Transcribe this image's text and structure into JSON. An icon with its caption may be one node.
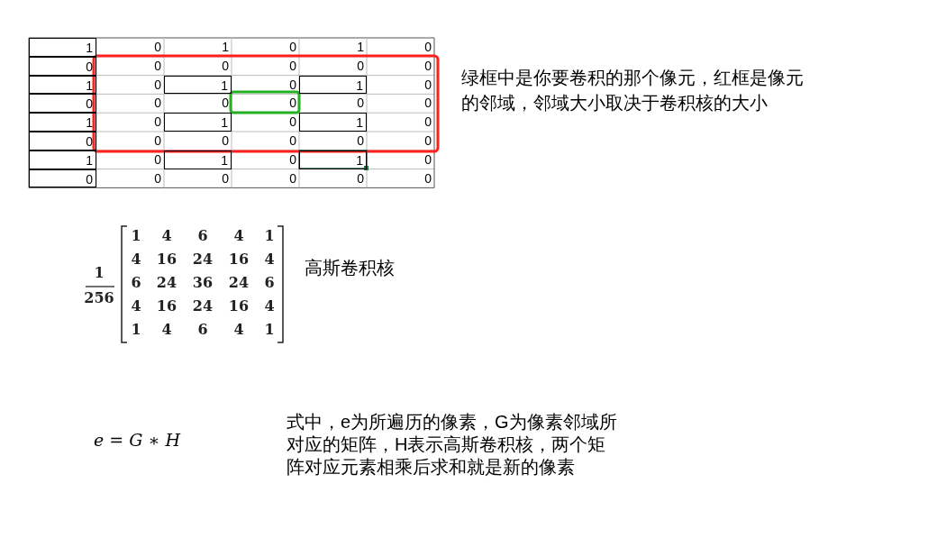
{
  "diagram": {
    "labels": [
      "1",
      "0",
      "1",
      "0",
      "1",
      "0",
      "0",
      "0",
      "0",
      "0",
      "0",
      "0",
      "1",
      "0",
      "1",
      "0",
      "1",
      "0",
      "0",
      "0",
      "0",
      "0",
      "0",
      "0",
      "1",
      "0",
      "1",
      "0",
      "1",
      "0",
      "0",
      "0",
      "0",
      "0",
      "0",
      "0",
      "1",
      "0",
      "1",
      "0",
      "1",
      "0",
      "0",
      "0",
      "0",
      "0",
      "0",
      "0",
      "绿框中是你要卷积的那个像元，红框是像元的邻域，邻域大小取决于卷积核的大小",
      "1",
      "256",
      "1",
      "4",
      "6",
      "4",
      "1",
      "4",
      "16",
      "24",
      "16",
      "4",
      "6",
      "24",
      "36",
      "24",
      "6",
      "4",
      "16",
      "24",
      "16",
      "4",
      "1",
      "4",
      "6",
      "4",
      "1",
      "高斯卷积核",
      "*e* = *G* ∗ *H*",
      "式中，e为所遍历的像素，G为像素邻域所对应的矩阵，H表示高斯卷积核，两个矩阵对应元素相乘后求和就是新的像素"
    ]
  }
}
